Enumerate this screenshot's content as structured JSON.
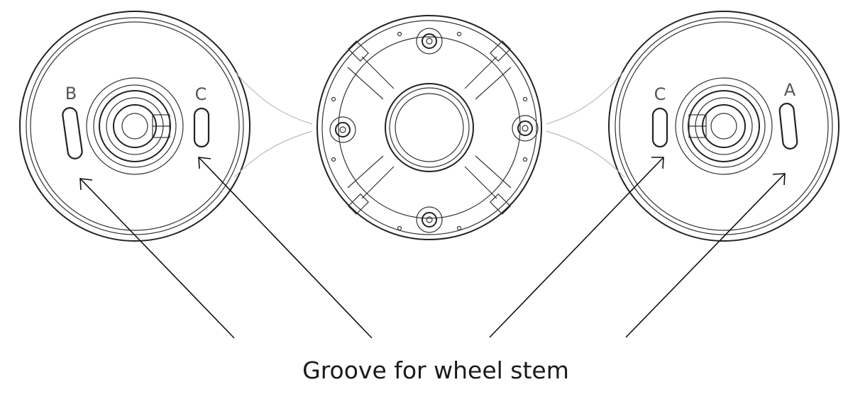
{
  "labels": {
    "left_plate_left": "B",
    "left_plate_right": "C",
    "right_plate_left": "C",
    "right_plate_right": "A"
  },
  "caption": "Groove for wheel stem"
}
